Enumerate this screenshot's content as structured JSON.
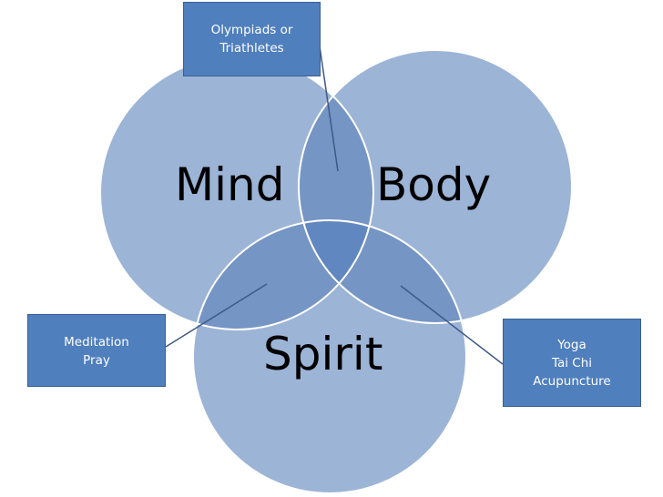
{
  "colors": {
    "circle_fill": "#9cb4d6",
    "overlap_fill": "#7595c4",
    "center_fill": "#6187c0",
    "circle_stroke": "#ffffff",
    "callout_fill": "#4f7fbd",
    "callout_border": "#3c5f8f",
    "connector_line": "#3d5a85"
  },
  "circles": {
    "mind": "Mind",
    "body": "Body",
    "spirit": "Spirit"
  },
  "callouts": {
    "top": [
      "Olympiads or",
      "Triathletes"
    ],
    "left": [
      "Meditation",
      "Pray"
    ],
    "right": [
      "Yoga",
      "Tai Chi",
      "Acupuncture"
    ]
  }
}
